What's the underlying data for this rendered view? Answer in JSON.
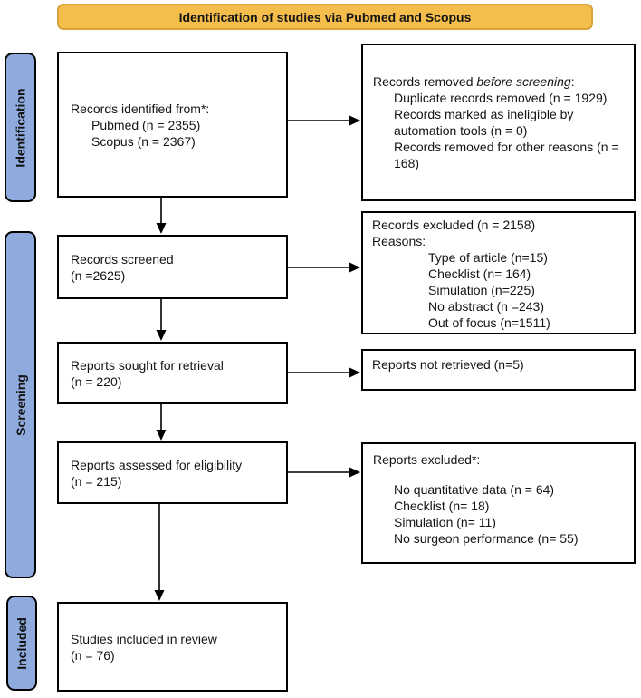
{
  "colors": {
    "banner_fill": "#F5BE4C",
    "banner_border": "#D9A23B",
    "stage_fill": "#8FAADC",
    "box_border": "#000000"
  },
  "banner": {
    "title": "Identification of studies via Pubmed and Scopus"
  },
  "stages": [
    {
      "label": "Identification"
    },
    {
      "label": "Screening"
    },
    {
      "label": "Included"
    }
  ],
  "boxes": {
    "identified": {
      "heading": "Records identified from*:",
      "items": [
        "Pubmed (n = 2355)",
        "Scopus (n = 2367)"
      ]
    },
    "removed": {
      "heading_prefix": "Records removed ",
      "heading_emphasis": "before screening",
      "heading_suffix": ":",
      "items": [
        "Duplicate records removed (n = 1929)",
        "Records marked as ineligible by automation tools (n = 0)",
        "Records removed for other reasons (n = 168)"
      ]
    },
    "screened": {
      "line1": "Records screened",
      "line2": "(n =2625)"
    },
    "excluded": {
      "line1": "Records excluded (n = 2158)",
      "line2": "Reasons:",
      "items": [
        "Type of article (n=15)",
        "Checklist (n= 164)",
        "Simulation (n=225)",
        "No abstract (n =243)",
        "Out of focus (n=1511)"
      ]
    },
    "sought": {
      "line1": "Reports sought for retrieval",
      "line2": "(n = 220)"
    },
    "not_retrieved": {
      "line1": "Reports not retrieved (n=5)"
    },
    "assessed": {
      "line1": "Reports assessed for eligibility",
      "line2": "(n = 215)"
    },
    "reports_excluded": {
      "heading": "Reports excluded*:",
      "items": [
        "No quantitative data (n = 64)",
        "Checklist (n= 18)",
        "Simulation (n= 11)",
        "No surgeon performance (n= 55)"
      ]
    },
    "included": {
      "line1": "Studies included in review",
      "line2": "(n = 76)"
    }
  }
}
